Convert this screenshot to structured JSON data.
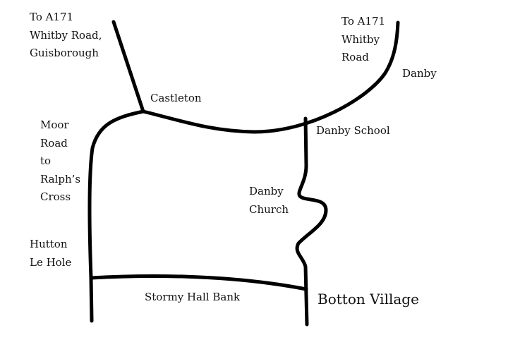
{
  "map": {
    "labels": {
      "to_a171_guisborough": "To A171\nWhitby Road,\nGuisborough",
      "to_a171_whitby": "To A171\nWhitby\nRoad",
      "danby": "Danby",
      "castleton": "Castleton",
      "danby_school": "Danby School",
      "moor_road": "Moor\nRoad\nto\nRalph’s\nCross",
      "danby_church": "Danby\nChurch",
      "hutton_le_hole": "Hutton\nLe Hole",
      "stormy_hall_bank": "Stormy Hall Bank",
      "botton_village": "Botton Village"
    },
    "colors": {
      "road": "#000000",
      "text": "#111111",
      "background": "#ffffff"
    }
  }
}
